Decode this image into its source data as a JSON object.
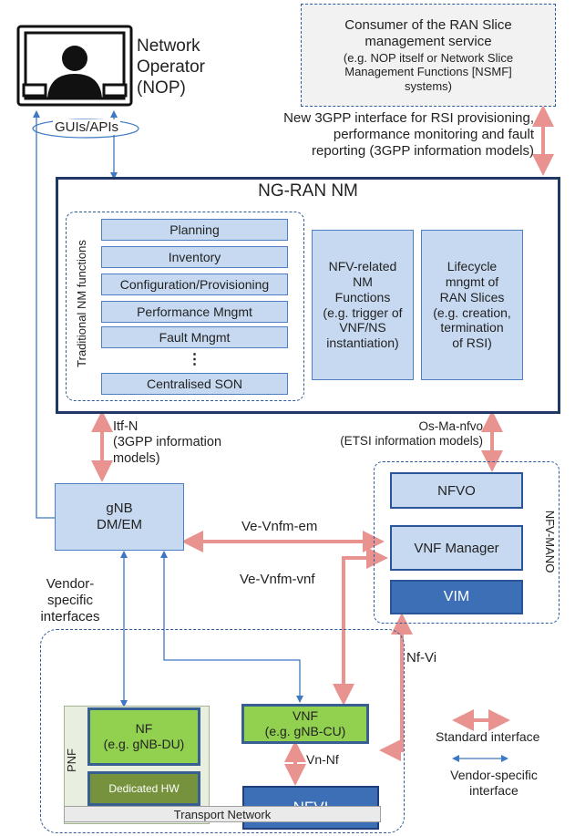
{
  "operator": {
    "label": "Network\nOperator\n(NOP)",
    "gui_label": "GUIs/APIs"
  },
  "consumer": {
    "title": "Consumer of the RAN Slice\nmanagement service",
    "detail": "(e.g. NOP itself or Network Slice\nManagement Functions [NSMF]\nsystems)"
  },
  "new_interface_label": "New 3GPP interface for RSI provisioning,\nperformance monitoring and fault\nreporting (3GPP information models)",
  "nm": {
    "title": "NG-RAN NM",
    "traditional_label": "Traditional NM functions",
    "functions": [
      "Planning",
      "Inventory",
      "Configuration/Provisioning",
      "Performance Mngmt",
      "Fault Mngmt",
      "⋮",
      "Centralised SON"
    ],
    "nfv_related": "NFV-related\nNM\nFunctions\n(e.g. trigger of\nVNF/NS\ninstantiation)",
    "lifecycle": "Lifecycle\nmngmt of\nRAN Slices\n(e.g. creation,\ntermination\nof RSI)"
  },
  "itf_label": "Itf-N\n(3GPP information\nmodels)",
  "osma_label": "Os-Ma-nfvo\n(ETSI information models)",
  "gnb_dm": "gNB\nDM/EM",
  "mano": {
    "label": "NFV-MANO",
    "nfvo": "NFVO",
    "vnfm": "VNF Manager",
    "vim": "VIM"
  },
  "ve_vnfm_em": "Ve-Vnfm-em",
  "ve_vnfm_vnf": "Ve-Vnfm-vnf",
  "vendor_if_label": "Vendor-\nspecific\ninterfaces",
  "nf_vi": "Nf-Vi",
  "infra": {
    "title": "NG-RAN infrastructure",
    "pnf_label": "PNF",
    "nf": "NF\n(e.g. gNB-DU)",
    "dedicated_hw": "Dedicated HW",
    "vnf": "VNF\n(e.g. gNB-CU)",
    "vn_nf": "Vn-Nf",
    "nfvi": "NFVI",
    "transport": "Transport Network"
  },
  "legend": {
    "standard": "Standard interface",
    "vendor": "Vendor-specific\ninterface"
  },
  "colors": {
    "standard_arrow": "#e8938f",
    "vendor_arrow": "#3d78c4",
    "light_box": "#c7d9f1",
    "dark_box": "#3c6fb6",
    "green": "#92d050"
  }
}
